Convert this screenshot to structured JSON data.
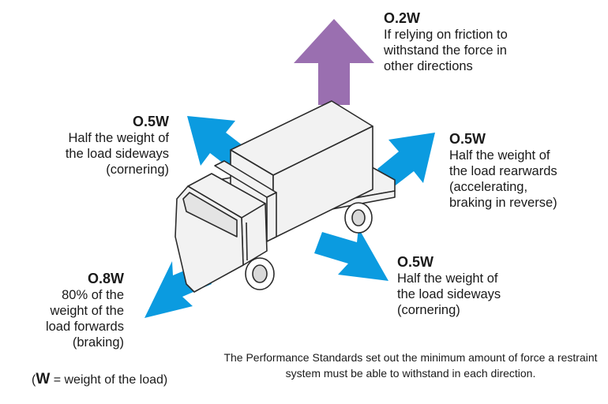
{
  "colors": {
    "blue_arrow": "#0b9be0",
    "purple_arrow": "#9a6fb0",
    "truck_fill": "#f2f2f2",
    "truck_stroke": "#2b2b2b"
  },
  "labels": {
    "top": {
      "value": "O.2W",
      "desc": "If relying on friction to\nwithstand the force in\nother directions"
    },
    "sideways_left": {
      "value": "O.5W",
      "desc": "Half the weight of\nthe load sideways\n(cornering)"
    },
    "rear": {
      "value": "O.5W",
      "desc": "Half the weight of\nthe load rearwards\n(accelerating,\nbraking in reverse)"
    },
    "sideways_right": {
      "value": "O.5W",
      "desc": "Half the weight of\nthe load sideways\n(cornering)"
    },
    "forward": {
      "value": "O.8W",
      "desc": "80% of the\nweight of the\nload forwards\n(braking)"
    }
  },
  "footnote": {
    "open": "(",
    "symbol": "W",
    "text": " = weight of the load)"
  },
  "caption": "The Performance Standards set out the minimum amount of force a restraint system must be able to withstand in each direction.",
  "icons": [
    "arrow-up-icon",
    "arrow-left-up-icon",
    "arrow-right-up-icon",
    "arrow-right-down-icon",
    "arrow-left-down-icon",
    "truck-icon"
  ]
}
